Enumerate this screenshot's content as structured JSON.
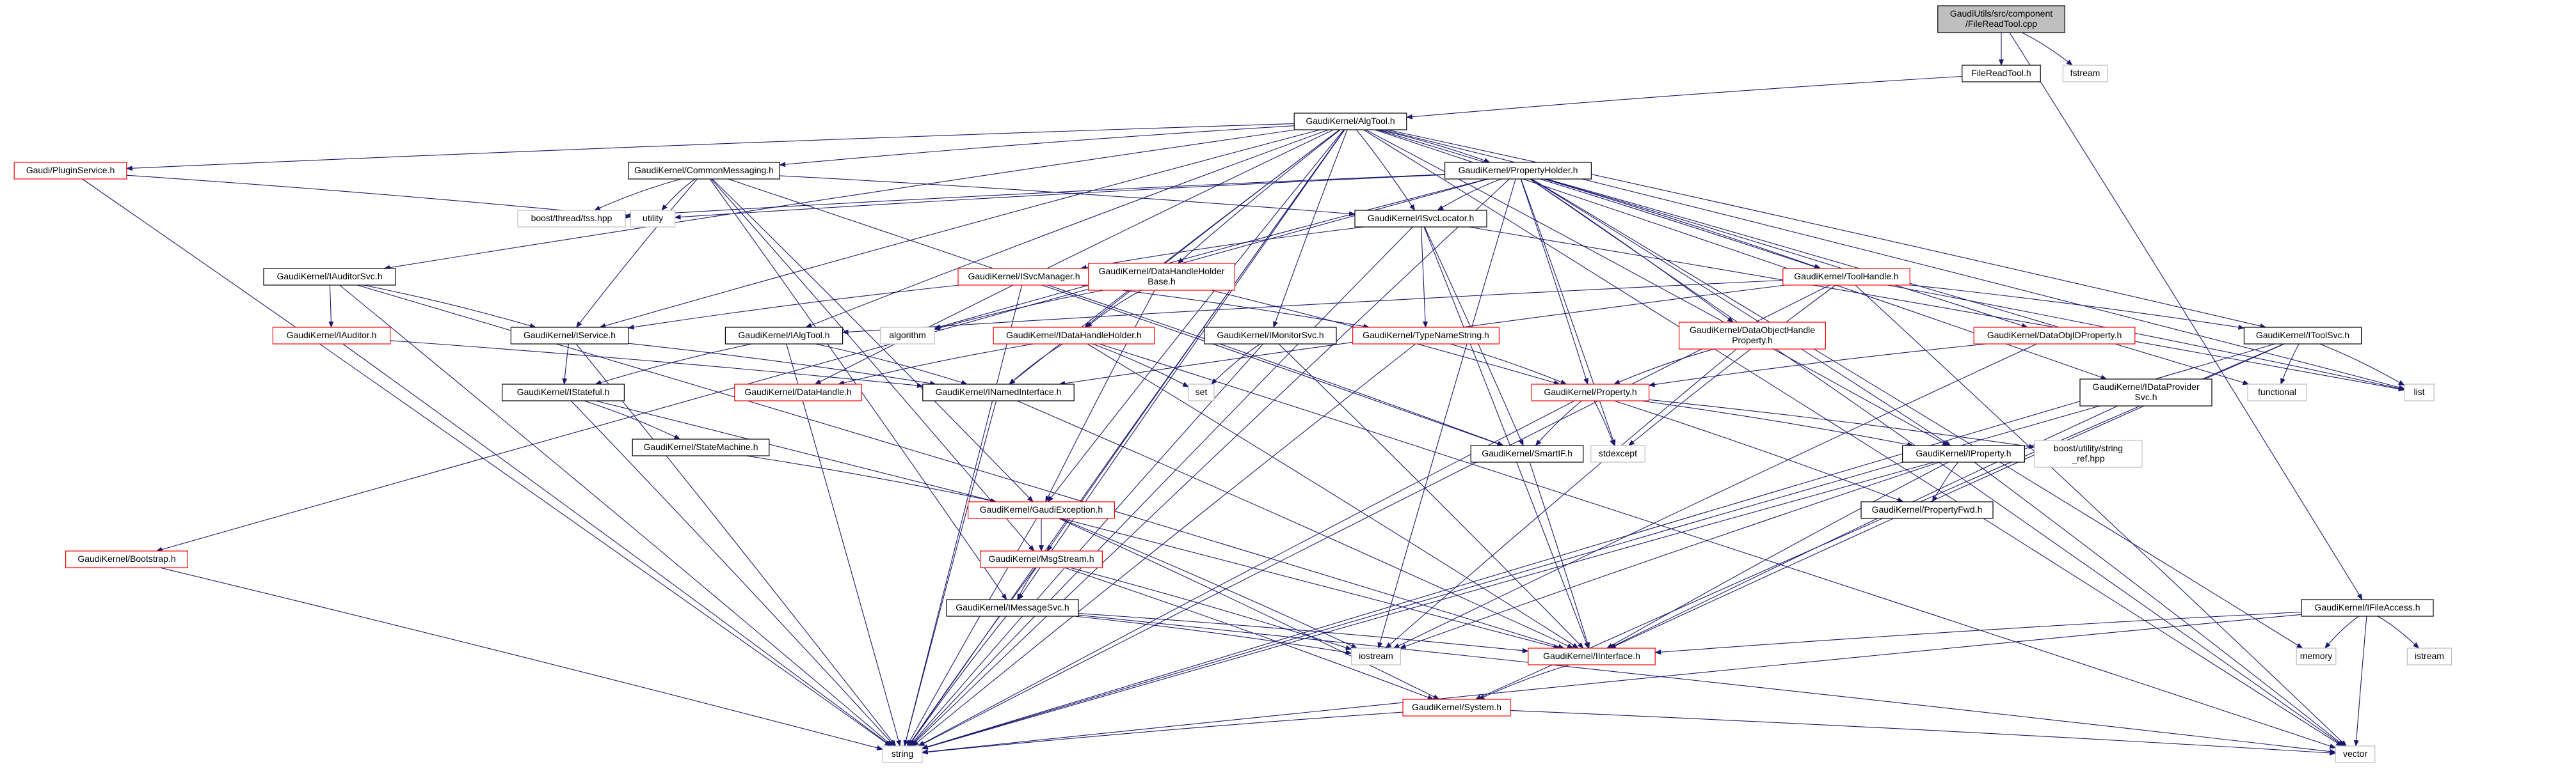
{
  "colors": {
    "edge": "#191970",
    "root_fill": "#bfbfbf",
    "root_stroke": "#000000",
    "normal_stroke": "#000000",
    "truncated_stroke": "#ff0000",
    "external_stroke": "#bfbfbf",
    "text": "#000000"
  },
  "nodes": [
    {
      "id": "root",
      "kind": "root",
      "lines": [
        "GaudiUtils/src/component",
        "/FileReadTool.cpp"
      ]
    },
    {
      "id": "frt",
      "kind": "normal",
      "lines": [
        "FileReadTool.h"
      ]
    },
    {
      "id": "fstream",
      "kind": "external",
      "lines": [
        "fstream"
      ]
    },
    {
      "id": "algtool",
      "kind": "normal",
      "lines": [
        "GaudiKernel/AlgTool.h"
      ]
    },
    {
      "id": "plugin",
      "kind": "truncated",
      "lines": [
        "Gaudi/PluginService.h"
      ]
    },
    {
      "id": "commsg",
      "kind": "normal",
      "lines": [
        "GaudiKernel/CommonMessaging.h"
      ]
    },
    {
      "id": "propholder",
      "kind": "normal",
      "lines": [
        "GaudiKernel/PropertyHolder.h"
      ]
    },
    {
      "id": "threadtls",
      "kind": "external",
      "lines": [
        "boost/thread/tss.hpp"
      ]
    },
    {
      "id": "utility",
      "kind": "external",
      "lines": [
        "utility"
      ]
    },
    {
      "id": "svclocator",
      "kind": "normal",
      "lines": [
        "GaudiKernel/ISvcLocator.h"
      ]
    },
    {
      "id": "auditorsvc",
      "kind": "normal",
      "lines": [
        "GaudiKernel/IAuditorSvc.h"
      ]
    },
    {
      "id": "isvcmgr",
      "kind": "truncated",
      "lines": [
        "GaudiKernel/ISvcManager.h"
      ]
    },
    {
      "id": "dhhbase",
      "kind": "truncated",
      "lines": [
        "GaudiKernel/DataHandleHolder",
        "Base.h"
      ]
    },
    {
      "id": "toolhandle",
      "kind": "truncated",
      "lines": [
        "GaudiKernel/ToolHandle.h"
      ]
    },
    {
      "id": "iauditor",
      "kind": "truncated",
      "lines": [
        "GaudiKernel/IAuditor.h"
      ]
    },
    {
      "id": "iservice",
      "kind": "normal",
      "lines": [
        "GaudiKernel/IService.h"
      ]
    },
    {
      "id": "ialgtool",
      "kind": "normal",
      "lines": [
        "GaudiKernel/IAlgTool.h"
      ]
    },
    {
      "id": "algorithm",
      "kind": "external",
      "lines": [
        "algorithm"
      ]
    },
    {
      "id": "idhh",
      "kind": "truncated",
      "lines": [
        "GaudiKernel/IDataHandleHolder.h"
      ]
    },
    {
      "id": "imonitor",
      "kind": "normal",
      "lines": [
        "GaudiKernel/IMonitorSvc.h"
      ]
    },
    {
      "id": "typename",
      "kind": "truncated",
      "lines": [
        "GaudiKernel/TypeNameString.h"
      ]
    },
    {
      "id": "dohprop",
      "kind": "truncated",
      "lines": [
        "GaudiKernel/DataObjectHandle",
        "Property.h"
      ]
    },
    {
      "id": "dataobjid",
      "kind": "truncated",
      "lines": [
        "GaudiKernel/DataObjIDProperty.h"
      ]
    },
    {
      "id": "itoolsvc",
      "kind": "normal",
      "lines": [
        "GaudiKernel/IToolSvc.h"
      ]
    },
    {
      "id": "istateful",
      "kind": "normal",
      "lines": [
        "GaudiKernel/IStateful.h"
      ]
    },
    {
      "id": "datahandle",
      "kind": "truncated",
      "lines": [
        "GaudiKernel/DataHandle.h"
      ]
    },
    {
      "id": "inamed",
      "kind": "normal",
      "lines": [
        "GaudiKernel/INamedInterface.h"
      ]
    },
    {
      "id": "set",
      "kind": "external",
      "lines": [
        "set"
      ]
    },
    {
      "id": "property",
      "kind": "truncated",
      "lines": [
        "GaudiKernel/Property.h"
      ]
    },
    {
      "id": "idataprov",
      "kind": "normal",
      "lines": [
        "GaudiKernel/IDataProvider",
        "Svc.h"
      ]
    },
    {
      "id": "functional",
      "kind": "external",
      "lines": [
        "functional"
      ]
    },
    {
      "id": "list",
      "kind": "external",
      "lines": [
        "list"
      ]
    },
    {
      "id": "statemachine",
      "kind": "normal",
      "lines": [
        "GaudiKernel/StateMachine.h"
      ]
    },
    {
      "id": "smartif",
      "kind": "normal",
      "lines": [
        "GaudiKernel/SmartIF.h"
      ]
    },
    {
      "id": "stdexcept",
      "kind": "external",
      "lines": [
        "stdexcept"
      ]
    },
    {
      "id": "iproperty",
      "kind": "normal",
      "lines": [
        "GaudiKernel/IProperty.h"
      ]
    },
    {
      "id": "stringref",
      "kind": "external",
      "lines": [
        "boost/utility/string",
        "_ref.hpp"
      ]
    },
    {
      "id": "gaudiexc",
      "kind": "truncated",
      "lines": [
        "GaudiKernel/GaudiException.h"
      ]
    },
    {
      "id": "propfwd",
      "kind": "normal",
      "lines": [
        "GaudiKernel/PropertyFwd.h"
      ]
    },
    {
      "id": "bootstrap",
      "kind": "truncated",
      "lines": [
        "GaudiKernel/Bootstrap.h"
      ]
    },
    {
      "id": "msgstream",
      "kind": "truncated",
      "lines": [
        "GaudiKernel/MsgStream.h"
      ]
    },
    {
      "id": "imessage",
      "kind": "normal",
      "lines": [
        "GaudiKernel/IMessageSvc.h"
      ]
    },
    {
      "id": "ifileaccess",
      "kind": "normal",
      "lines": [
        "GaudiKernel/IFileAccess.h"
      ]
    },
    {
      "id": "iostream",
      "kind": "external",
      "lines": [
        "iostream"
      ]
    },
    {
      "id": "iinterface",
      "kind": "truncated",
      "lines": [
        "GaudiKernel/IInterface.h"
      ]
    },
    {
      "id": "memory",
      "kind": "external",
      "lines": [
        "memory"
      ]
    },
    {
      "id": "istream",
      "kind": "external",
      "lines": [
        "istream"
      ]
    },
    {
      "id": "system",
      "kind": "truncated",
      "lines": [
        "GaudiKernel/System.h"
      ]
    },
    {
      "id": "string",
      "kind": "external",
      "lines": [
        "string"
      ]
    },
    {
      "id": "vector",
      "kind": "external",
      "lines": [
        "vector"
      ]
    }
  ],
  "edges": [
    [
      "root",
      "frt"
    ],
    [
      "root",
      "fstream"
    ],
    [
      "root",
      "ifileaccess"
    ],
    [
      "frt",
      "algtool"
    ],
    [
      "algtool",
      "plugin"
    ],
    [
      "algtool",
      "commsg"
    ],
    [
      "algtool",
      "propholder"
    ],
    [
      "algtool",
      "svclocator"
    ],
    [
      "algtool",
      "auditorsvc"
    ],
    [
      "algtool",
      "dhhbase"
    ],
    [
      "algtool",
      "toolhandle"
    ],
    [
      "algtool",
      "iservice"
    ],
    [
      "algtool",
      "ialgtool"
    ],
    [
      "algtool",
      "imonitor"
    ],
    [
      "algtool",
      "itoolsvc"
    ],
    [
      "algtool",
      "idataprov"
    ],
    [
      "algtool",
      "inamed"
    ],
    [
      "algtool",
      "datahandle"
    ],
    [
      "algtool",
      "msgstream"
    ],
    [
      "algtool",
      "imessage"
    ],
    [
      "algtool",
      "list"
    ],
    [
      "algtool",
      "vector"
    ],
    [
      "algtool",
      "string"
    ],
    [
      "algtool",
      "idhh"
    ],
    [
      "algtool",
      "iproperty"
    ],
    [
      "algtool",
      "gaudiexc"
    ],
    [
      "plugin",
      "utility"
    ],
    [
      "plugin",
      "string"
    ],
    [
      "commsg",
      "threadtls"
    ],
    [
      "commsg",
      "utility"
    ],
    [
      "commsg",
      "svclocator"
    ],
    [
      "commsg",
      "iservice"
    ],
    [
      "commsg",
      "msgstream"
    ],
    [
      "commsg",
      "imessage"
    ],
    [
      "commsg",
      "smartif"
    ],
    [
      "commsg",
      "gaudiexc"
    ],
    [
      "propholder",
      "threadtls"
    ],
    [
      "propholder",
      "utility"
    ],
    [
      "propholder",
      "svclocator"
    ],
    [
      "propholder",
      "algorithm"
    ],
    [
      "propholder",
      "functional"
    ],
    [
      "propholder",
      "iostream"
    ],
    [
      "propholder",
      "stdexcept"
    ],
    [
      "propholder",
      "vector"
    ],
    [
      "propholder",
      "memory"
    ],
    [
      "propholder",
      "property"
    ],
    [
      "propholder",
      "iproperty"
    ],
    [
      "propholder",
      "bootstrap"
    ],
    [
      "propholder",
      "string"
    ],
    [
      "propholder",
      "dohprop"
    ],
    [
      "propholder",
      "dataobjid"
    ],
    [
      "propholder",
      "toolhandle"
    ],
    [
      "svclocator",
      "isvcmgr"
    ],
    [
      "svclocator",
      "typename"
    ],
    [
      "svclocator",
      "smartif"
    ],
    [
      "svclocator",
      "iinterface"
    ],
    [
      "svclocator",
      "string"
    ],
    [
      "svclocator",
      "list"
    ],
    [
      "auditorsvc",
      "iservice"
    ],
    [
      "auditorsvc",
      "iauditor"
    ],
    [
      "auditorsvc",
      "string"
    ],
    [
      "auditorsvc",
      "iinterface"
    ],
    [
      "isvcmgr",
      "iservice"
    ],
    [
      "isvcmgr",
      "typename"
    ],
    [
      "isvcmgr",
      "string"
    ],
    [
      "isvcmgr",
      "smartif"
    ],
    [
      "dhhbase",
      "idhh"
    ],
    [
      "dhhbase",
      "algorithm"
    ],
    [
      "dhhbase",
      "property"
    ],
    [
      "dhhbase",
      "gaudiexc"
    ],
    [
      "toolhandle",
      "itoolsvc"
    ],
    [
      "toolhandle",
      "ialgtool"
    ],
    [
      "toolhandle",
      "inamed"
    ],
    [
      "toolhandle",
      "stdexcept"
    ],
    [
      "toolhandle",
      "string"
    ],
    [
      "toolhandle",
      "vector"
    ],
    [
      "toolhandle",
      "list"
    ],
    [
      "iauditor",
      "inamed"
    ],
    [
      "iauditor",
      "string"
    ],
    [
      "iservice",
      "istateful"
    ],
    [
      "iservice",
      "inamed"
    ],
    [
      "iservice",
      "string"
    ],
    [
      "ialgtool",
      "istateful"
    ],
    [
      "ialgtool",
      "inamed"
    ],
    [
      "ialgtool",
      "string"
    ],
    [
      "idhh",
      "inamed"
    ],
    [
      "idhh",
      "datahandle"
    ],
    [
      "idhh",
      "set"
    ],
    [
      "idhh",
      "iinterface"
    ],
    [
      "idhh",
      "vector"
    ],
    [
      "imonitor",
      "set"
    ],
    [
      "imonitor",
      "iinterface"
    ],
    [
      "imonitor",
      "string"
    ],
    [
      "typename",
      "property"
    ],
    [
      "typename",
      "string"
    ],
    [
      "dohprop",
      "property"
    ],
    [
      "dohprop",
      "iostream"
    ],
    [
      "dataobjid",
      "property"
    ],
    [
      "dataobjid",
      "iostream"
    ],
    [
      "itoolsvc",
      "functional"
    ],
    [
      "itoolsvc",
      "list"
    ],
    [
      "itoolsvc",
      "iinterface"
    ],
    [
      "itoolsvc",
      "system"
    ],
    [
      "itoolsvc",
      "string"
    ],
    [
      "istateful",
      "statemachine"
    ],
    [
      "istateful",
      "iinterface"
    ],
    [
      "istateful",
      "string"
    ],
    [
      "inamed",
      "iinterface"
    ],
    [
      "inamed",
      "string"
    ],
    [
      "property",
      "iproperty"
    ],
    [
      "property",
      "smartif"
    ],
    [
      "property",
      "stdexcept"
    ],
    [
      "property",
      "stringref"
    ],
    [
      "property",
      "propfwd"
    ],
    [
      "property",
      "string"
    ],
    [
      "idataprov",
      "iinterface"
    ],
    [
      "idataprov",
      "string"
    ],
    [
      "statemachine",
      "gaudiexc"
    ],
    [
      "smartif",
      "iinterface"
    ],
    [
      "iproperty",
      "propfwd"
    ],
    [
      "iproperty",
      "iinterface"
    ],
    [
      "iproperty",
      "iostream"
    ],
    [
      "iproperty",
      "string"
    ],
    [
      "iproperty",
      "vector"
    ],
    [
      "gaudiexc",
      "msgstream"
    ],
    [
      "gaudiexc",
      "system"
    ],
    [
      "gaudiexc",
      "string"
    ],
    [
      "gaudiexc",
      "iostream"
    ],
    [
      "bootstrap",
      "string"
    ],
    [
      "msgstream",
      "imessage"
    ],
    [
      "msgstream",
      "iostream"
    ],
    [
      "msgstream",
      "string"
    ],
    [
      "msgstream",
      "system"
    ],
    [
      "imessage",
      "iinterface"
    ],
    [
      "imessage",
      "string"
    ],
    [
      "imessage",
      "iostream"
    ],
    [
      "imessage",
      "vector"
    ],
    [
      "ifileaccess",
      "iinterface"
    ],
    [
      "ifileaccess",
      "memory"
    ],
    [
      "ifileaccess",
      "istream"
    ],
    [
      "ifileaccess",
      "string"
    ],
    [
      "ifileaccess",
      "vector"
    ],
    [
      "iinterface",
      "system"
    ],
    [
      "system",
      "string"
    ],
    [
      "system",
      "vector"
    ]
  ]
}
